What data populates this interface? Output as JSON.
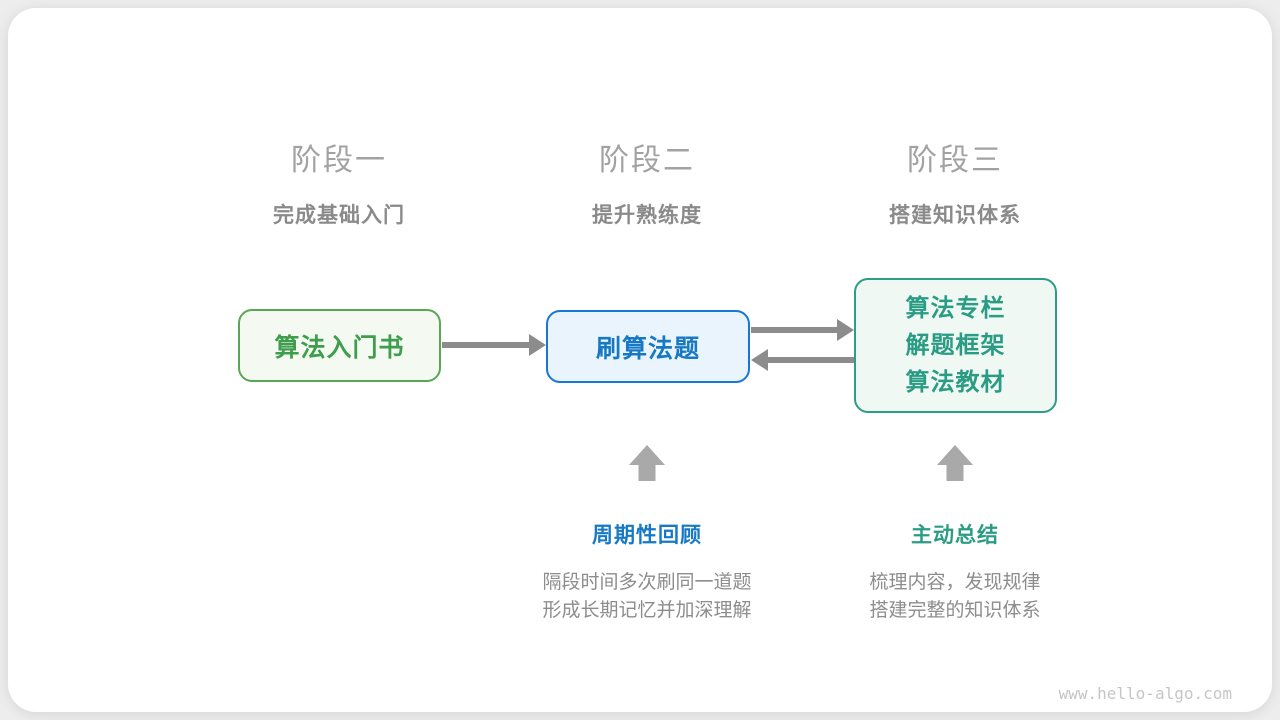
{
  "stages": [
    {
      "title": "阶段一",
      "subtitle": "完成基础入门"
    },
    {
      "title": "阶段二",
      "subtitle": "提升熟练度"
    },
    {
      "title": "阶段三",
      "subtitle": "搭建知识体系"
    }
  ],
  "nodes": {
    "intro_book": {
      "label": "算法入门书"
    },
    "practice": {
      "label": "刷算法题"
    },
    "resources": {
      "lines": [
        "算法专栏",
        "解题框架",
        "算法教材"
      ]
    }
  },
  "annotations": {
    "review": {
      "label": "周期性回顾",
      "desc_line1": "隔段时间多次刷同一道题",
      "desc_line2": "形成长期记忆并加深理解"
    },
    "summarize": {
      "label": "主动总结",
      "desc_line1": "梳理内容，发现规律",
      "desc_line2": "搭建完整的知识体系"
    }
  },
  "watermark": "www.hello-algo.com",
  "colors": {
    "green_border": "#5aa657",
    "green_text": "#3f9e4d",
    "green_fill": "#f4faf1",
    "blue_border": "#1976d2",
    "blue_text": "#1779c4",
    "blue_fill": "#eaf4fd",
    "teal_border": "#2f9c86",
    "teal_text": "#2b9c84",
    "teal_fill": "#f0f8f4",
    "connector_gray": "#8c8c8c",
    "uparrow_gray": "#a9a9a9",
    "stage_title_gray": "#a2a2a2",
    "stage_subtitle_gray": "#8a8a8a",
    "description_gray": "#8d8d8d",
    "watermark_gray": "#c6c6c6"
  }
}
